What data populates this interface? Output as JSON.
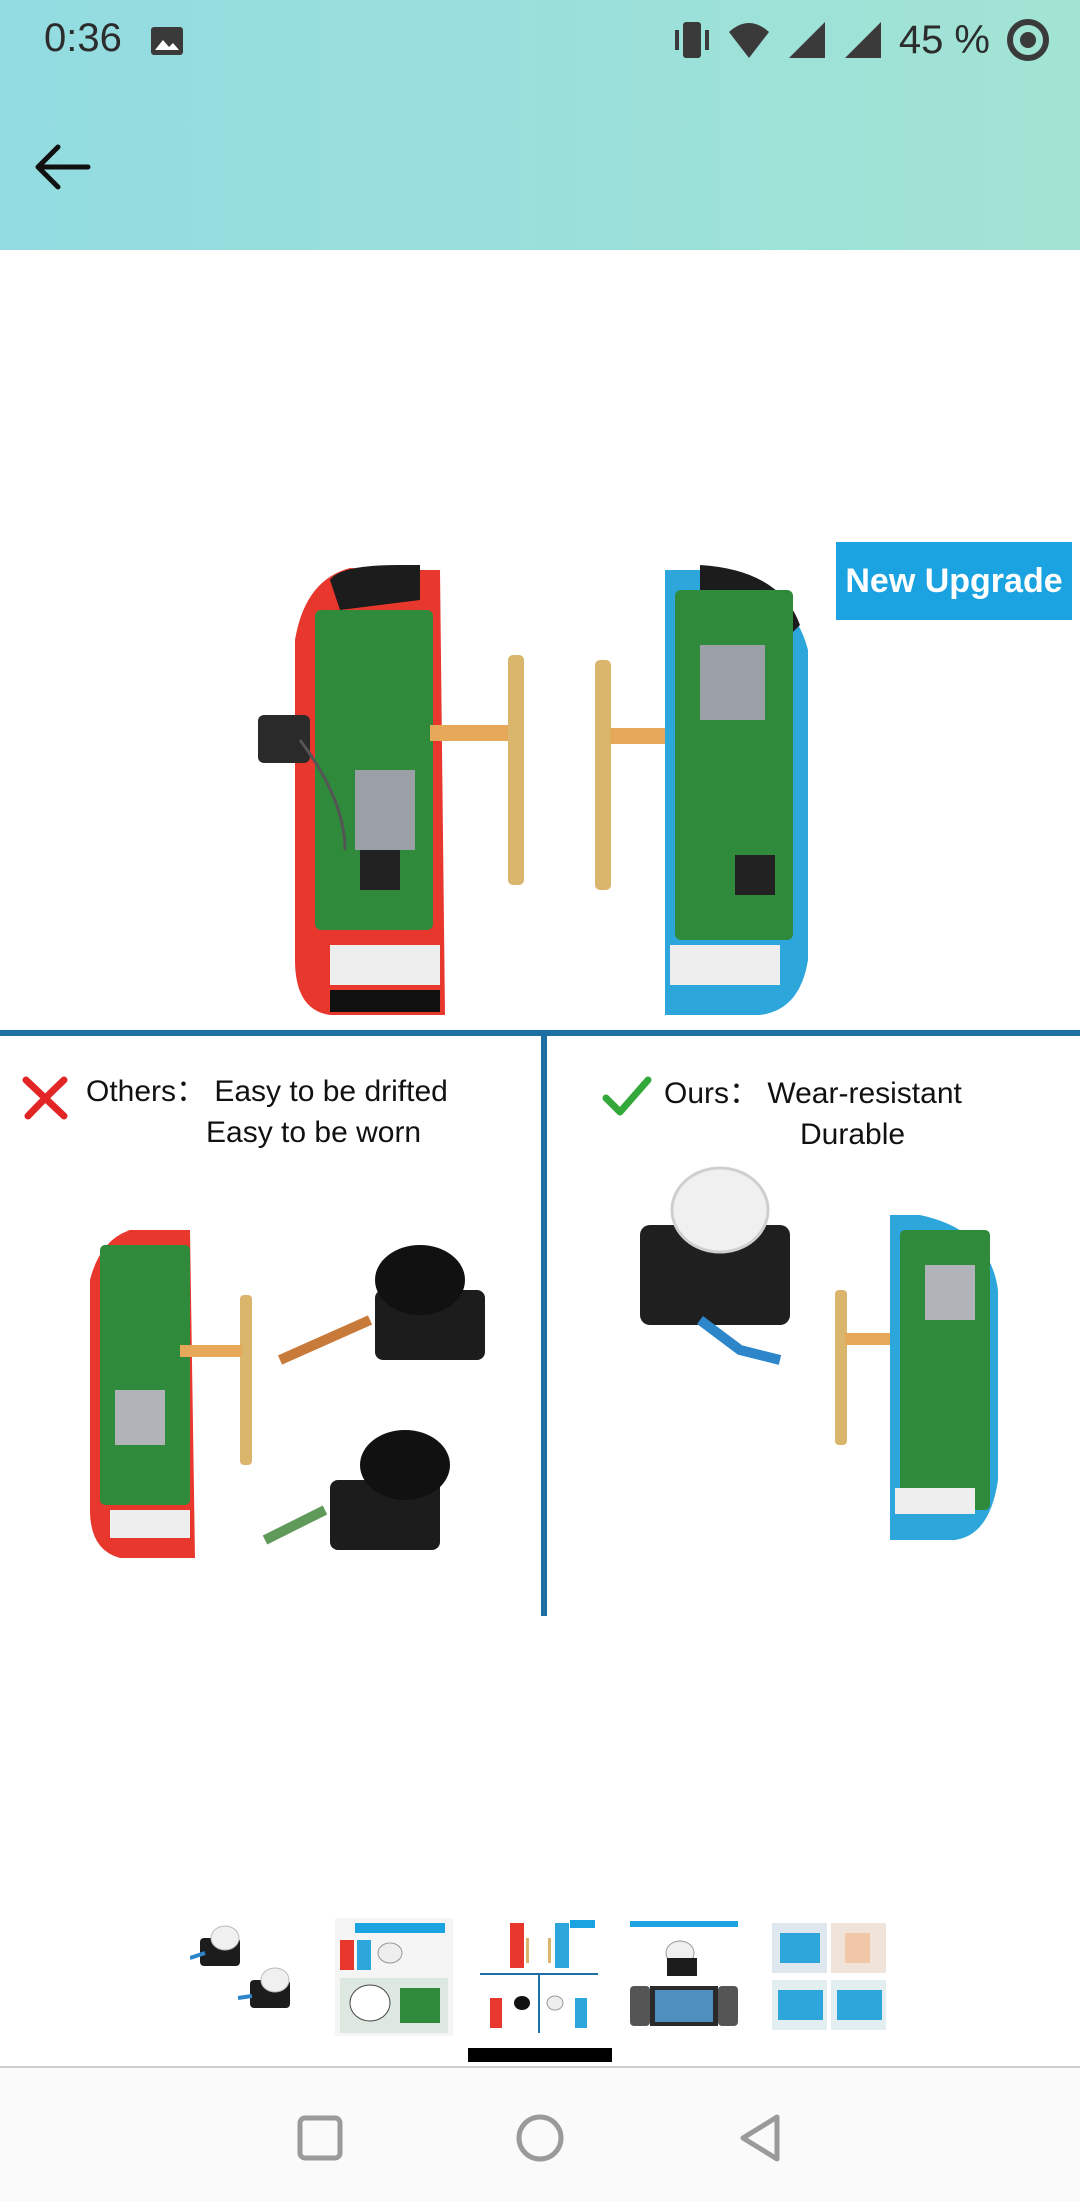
{
  "status": {
    "time": "0:36",
    "battery": "45 %"
  },
  "product": {
    "badge": "New Upgrade",
    "others_label": "Others： Easy to be drifted",
    "others_line2": "Easy to be worn",
    "ours_label": "Ours： Wear-resistant",
    "ours_line2": "Durable"
  },
  "thumbnails": [
    {
      "name": "thumb-joystick-pair"
    },
    {
      "name": "thumb-installation"
    },
    {
      "name": "thumb-comparison"
    },
    {
      "name": "thumb-switch-console"
    },
    {
      "name": "thumb-repair-steps"
    }
  ],
  "colors": {
    "header_start": "#92dbe1",
    "header_end": "#a2e4d4",
    "badge": "#1aa3e0",
    "divider": "#1e6fa3",
    "joycon_red": "#e8372c",
    "joycon_blue": "#2da6db",
    "pcb_green": "#2f8a3c"
  }
}
